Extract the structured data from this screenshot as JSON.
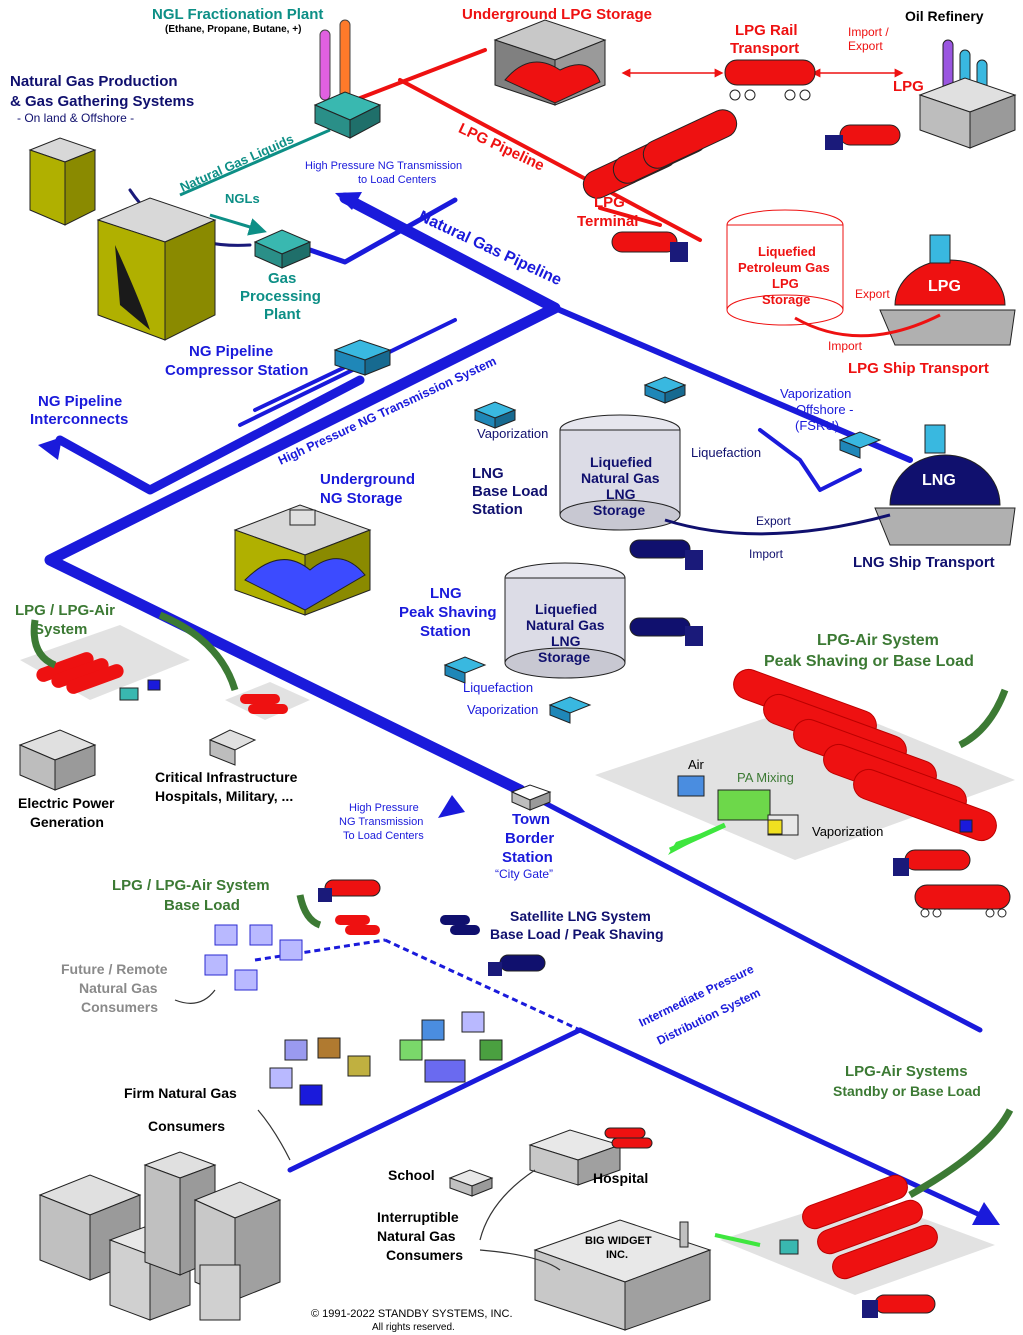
{
  "labels": {
    "ngl_plant": "NGL Fractionation Plant",
    "ngl_plant_sub": "(Ethane, Propane, Butane, +)",
    "underground_lpg": "Underground LPG Storage",
    "lpg_rail_1": "LPG Rail",
    "lpg_rail_2": "Transport",
    "import_export_1": "Import /",
    "import_export_2": "Export",
    "oil_refinery": "Oil Refinery",
    "lpg_refinery": "LPG",
    "ng_production_1": "Natural Gas Production",
    "ng_production_2": "& Gas Gathering Systems",
    "ng_production_3": "- On land & Offshore -",
    "natural_gas_liquids": "Natural Gas Liquids",
    "lpg_pipeline": "LPG Pipeline",
    "hp_ng_transmission_1": "High Pressure NG Transmission",
    "hp_ng_transmission_2": "to Load Centers",
    "ngls": "NGLs",
    "lpg_terminal_1": "LPG",
    "lpg_terminal_2": "Terminal",
    "gas_processing_1": "Gas",
    "gas_processing_2": "Processing",
    "gas_processing_3": "Plant",
    "natural_gas_pipeline": "Natural Gas Pipeline",
    "lpg_storage_1": "Liquefied",
    "lpg_storage_2": "Petroleum Gas",
    "lpg_storage_3": "LPG",
    "lpg_storage_4": "Storage",
    "export_lpg": "Export",
    "import_lpg": "Import",
    "lpg_ship_tag": "LPG",
    "lpg_ship_transport": "LPG Ship Transport",
    "compressor_1": "NG Pipeline",
    "compressor_2": "Compressor Station",
    "hp_transmission_system": "High Pressure NG Transmission System",
    "ng_interconnects_1": "NG Pipeline",
    "ng_interconnects_2": "Interconnects",
    "vaporization_offshore_1": "Vaporization",
    "vaporization_offshore_2": "- Offshore -",
    "vaporization_offshore_3": "(FSRU)",
    "vaporization_base": "Vaporization",
    "liquefaction_base": "Liquefaction",
    "lng_storage_1": "Liquefied",
    "lng_storage_2": "Natural Gas",
    "lng_storage_3": "LNG",
    "lng_storage_4": "Storage",
    "lng_base_load_1": "LNG",
    "lng_base_load_2": "Base Load",
    "lng_base_load_3": "Station",
    "lng_ship_tag": "LNG",
    "export_lng": "Export",
    "import_lng": "Import",
    "lng_ship_transport": "LNG Ship Transport",
    "underground_ng_1": "Underground",
    "underground_ng_2": "NG Storage",
    "lpg_air_system_1": "LPG / LPG-Air",
    "lpg_air_system_2": "System",
    "lng_peak_1": "LNG",
    "lng_peak_2": "Peak Shaving",
    "lng_peak_3": "Station",
    "lng_peak_storage_1": "Liquefied",
    "lng_peak_storage_2": "Natural Gas",
    "lng_peak_storage_3": "LNG",
    "lng_peak_storage_4": "Storage",
    "liquefaction_peak": "Liquefaction",
    "vaporization_peak": "Vaporization",
    "lpg_air_peak_1": "LPG-Air System",
    "lpg_air_peak_2": "Peak Shaving or Base Load",
    "air": "Air",
    "pa_mixing": "PA Mixing",
    "vaporization_lpg_air": "Vaporization",
    "electric_power_1": "Electric Power",
    "electric_power_2": "Generation",
    "critical_infra_1": "Critical Infrastructure",
    "critical_infra_2": "Hospitals, Military, ...",
    "hp_load_centers_1": "High Pressure",
    "hp_load_centers_2": "NG Transmission",
    "hp_load_centers_3": "To Load Centers",
    "town_border_1": "Town",
    "town_border_2": "Border",
    "town_border_3": "Station",
    "city_gate": "“City Gate”",
    "lpg_air_base_1": "LPG / LPG-Air System",
    "lpg_air_base_2": "Base Load",
    "satellite_lng_1": "Satellite LNG System",
    "satellite_lng_2": "Base Load / Peak Shaving",
    "future_remote_1": "Future / Remote",
    "future_remote_2": "Natural Gas",
    "future_remote_3": "Consumers",
    "intermediate_1": "Intermediate Pressure",
    "intermediate_2": "Distribution System",
    "firm_ng_1": "Firm Natural Gas",
    "firm_ng_2": "Consumers",
    "lpg_air_standby_1": "LPG-Air Systems",
    "lpg_air_standby_2": "Standby or Base Load",
    "school": "School",
    "hospital": "Hospital",
    "interruptible_1": "Interruptible",
    "interruptible_2": "Natural Gas",
    "interruptible_3": "Consumers",
    "big_widget_1": "BIG WIDGET",
    "big_widget_2": "INC.",
    "copyright_1": "© 1991-2022 STANDBY SYSTEMS, INC.",
    "copyright_2": "All rights reserved."
  },
  "colors": {
    "ng_blue": "#1a1adb",
    "lpg_red": "#ee1111",
    "lng_navy": "#10106e",
    "air_green": "#3c7a34",
    "ngl_teal": "#0d8f86"
  }
}
